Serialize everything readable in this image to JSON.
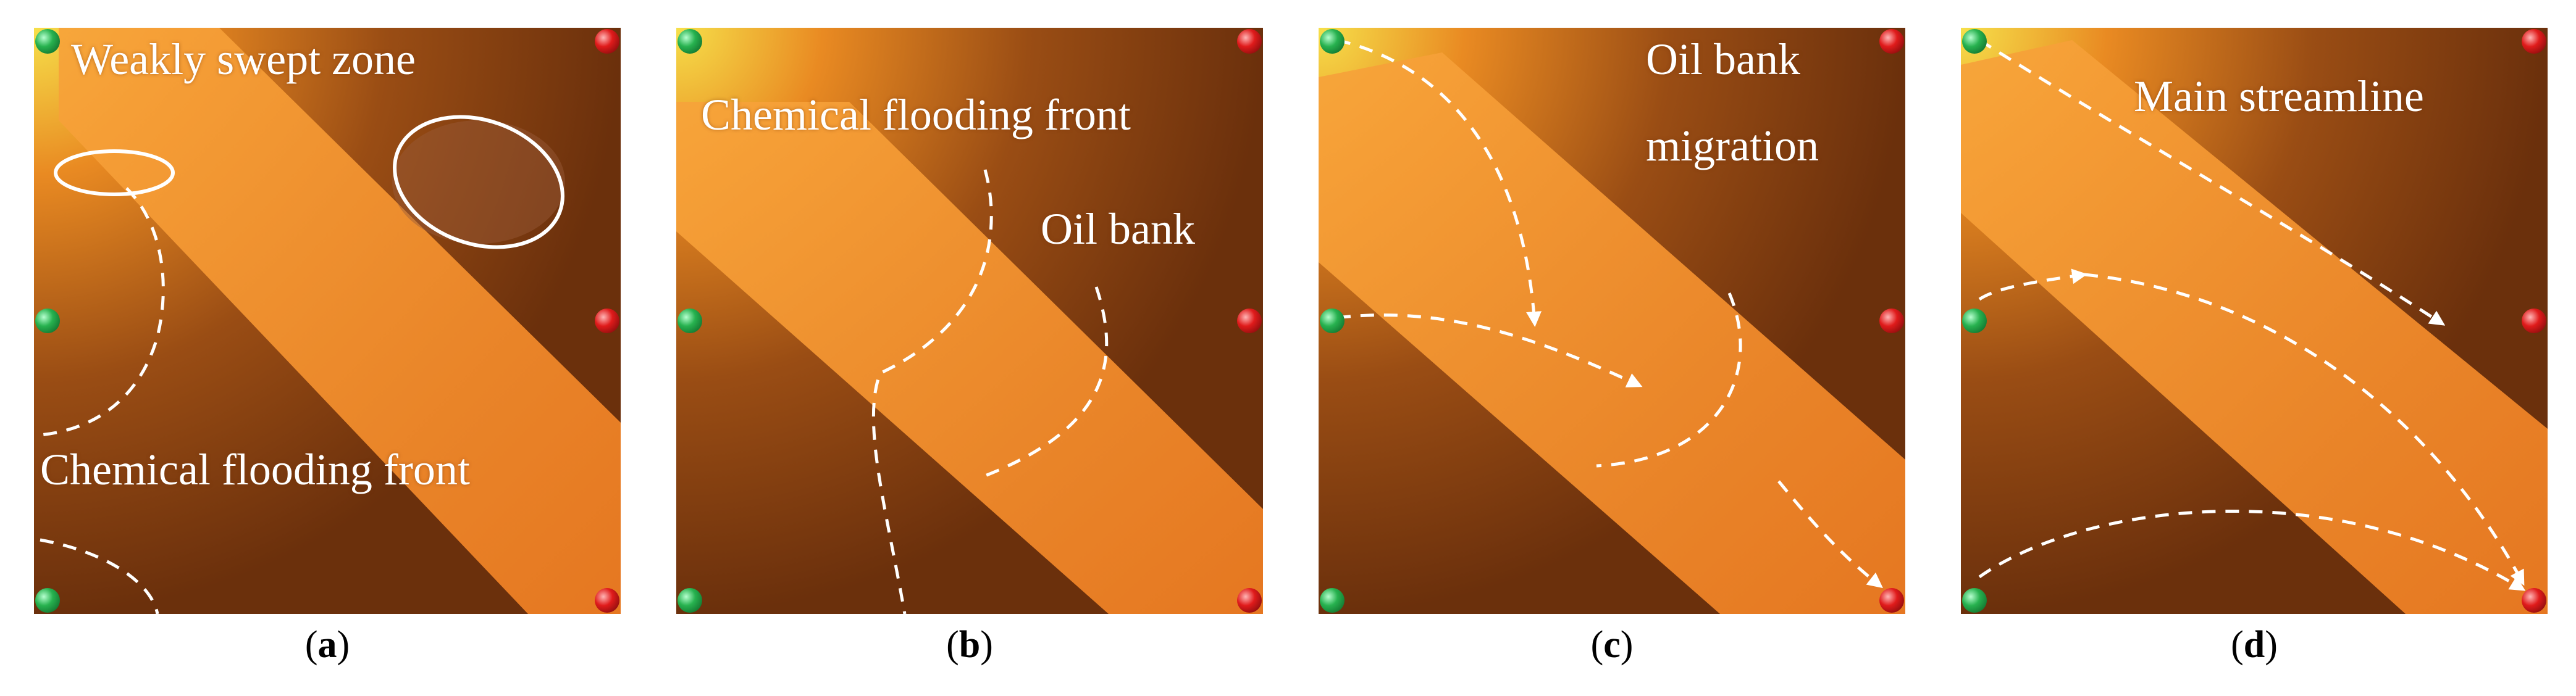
{
  "figure": {
    "panels": [
      {
        "id": "a",
        "caption_letter": "a",
        "labels": [
          "Weakly swept zone",
          "Chemical flooding front"
        ]
      },
      {
        "id": "b",
        "caption_letter": "b",
        "labels": [
          "Chemical flooding front",
          "Oil bank"
        ]
      },
      {
        "id": "c",
        "caption_letter": "c",
        "labels": [
          "Oil bank",
          "migration"
        ]
      },
      {
        "id": "d",
        "caption_letter": "d",
        "labels": [
          "Main streamline"
        ]
      }
    ],
    "colors": {
      "injector_well": "#27b24f",
      "producer_well": "#e01b1b",
      "chemical_band": "#f08a28",
      "oil_background": "#7a3a10",
      "annotation": "#ffffff"
    }
  }
}
